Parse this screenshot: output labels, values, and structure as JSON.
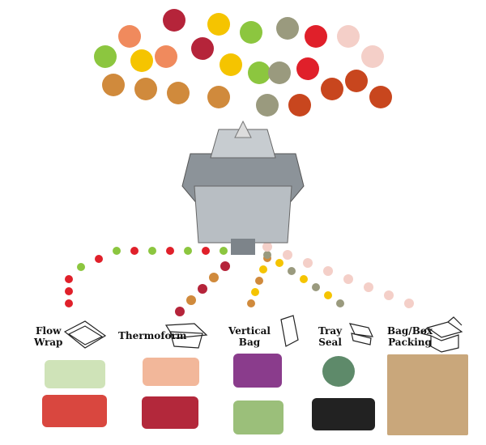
{
  "packaging_types": [
    {
      "label_line1": "Flow",
      "label_line2": "Wrap"
    },
    {
      "label_line1": "Thermoform",
      "label_line2": ""
    },
    {
      "label_line1": "Vertical",
      "label_line2": "Bag"
    },
    {
      "label_line1": "Tray",
      "label_line2": "Seal"
    },
    {
      "label_line1": "Bag/Box",
      "label_line2": "Packing"
    }
  ],
  "colors": {
    "salmon": "#f08a5d",
    "beef": "#b5243a",
    "pepper": "#f5c400",
    "lettuce": "#8cc63f",
    "mushroom": "#9a9a7e",
    "strawberry": "#e0202a",
    "chicken_raw": "#f4cfc8",
    "chicken_cooked": "#d08a3c",
    "wings": "#c8461e",
    "machine": "#9aa0a6"
  }
}
